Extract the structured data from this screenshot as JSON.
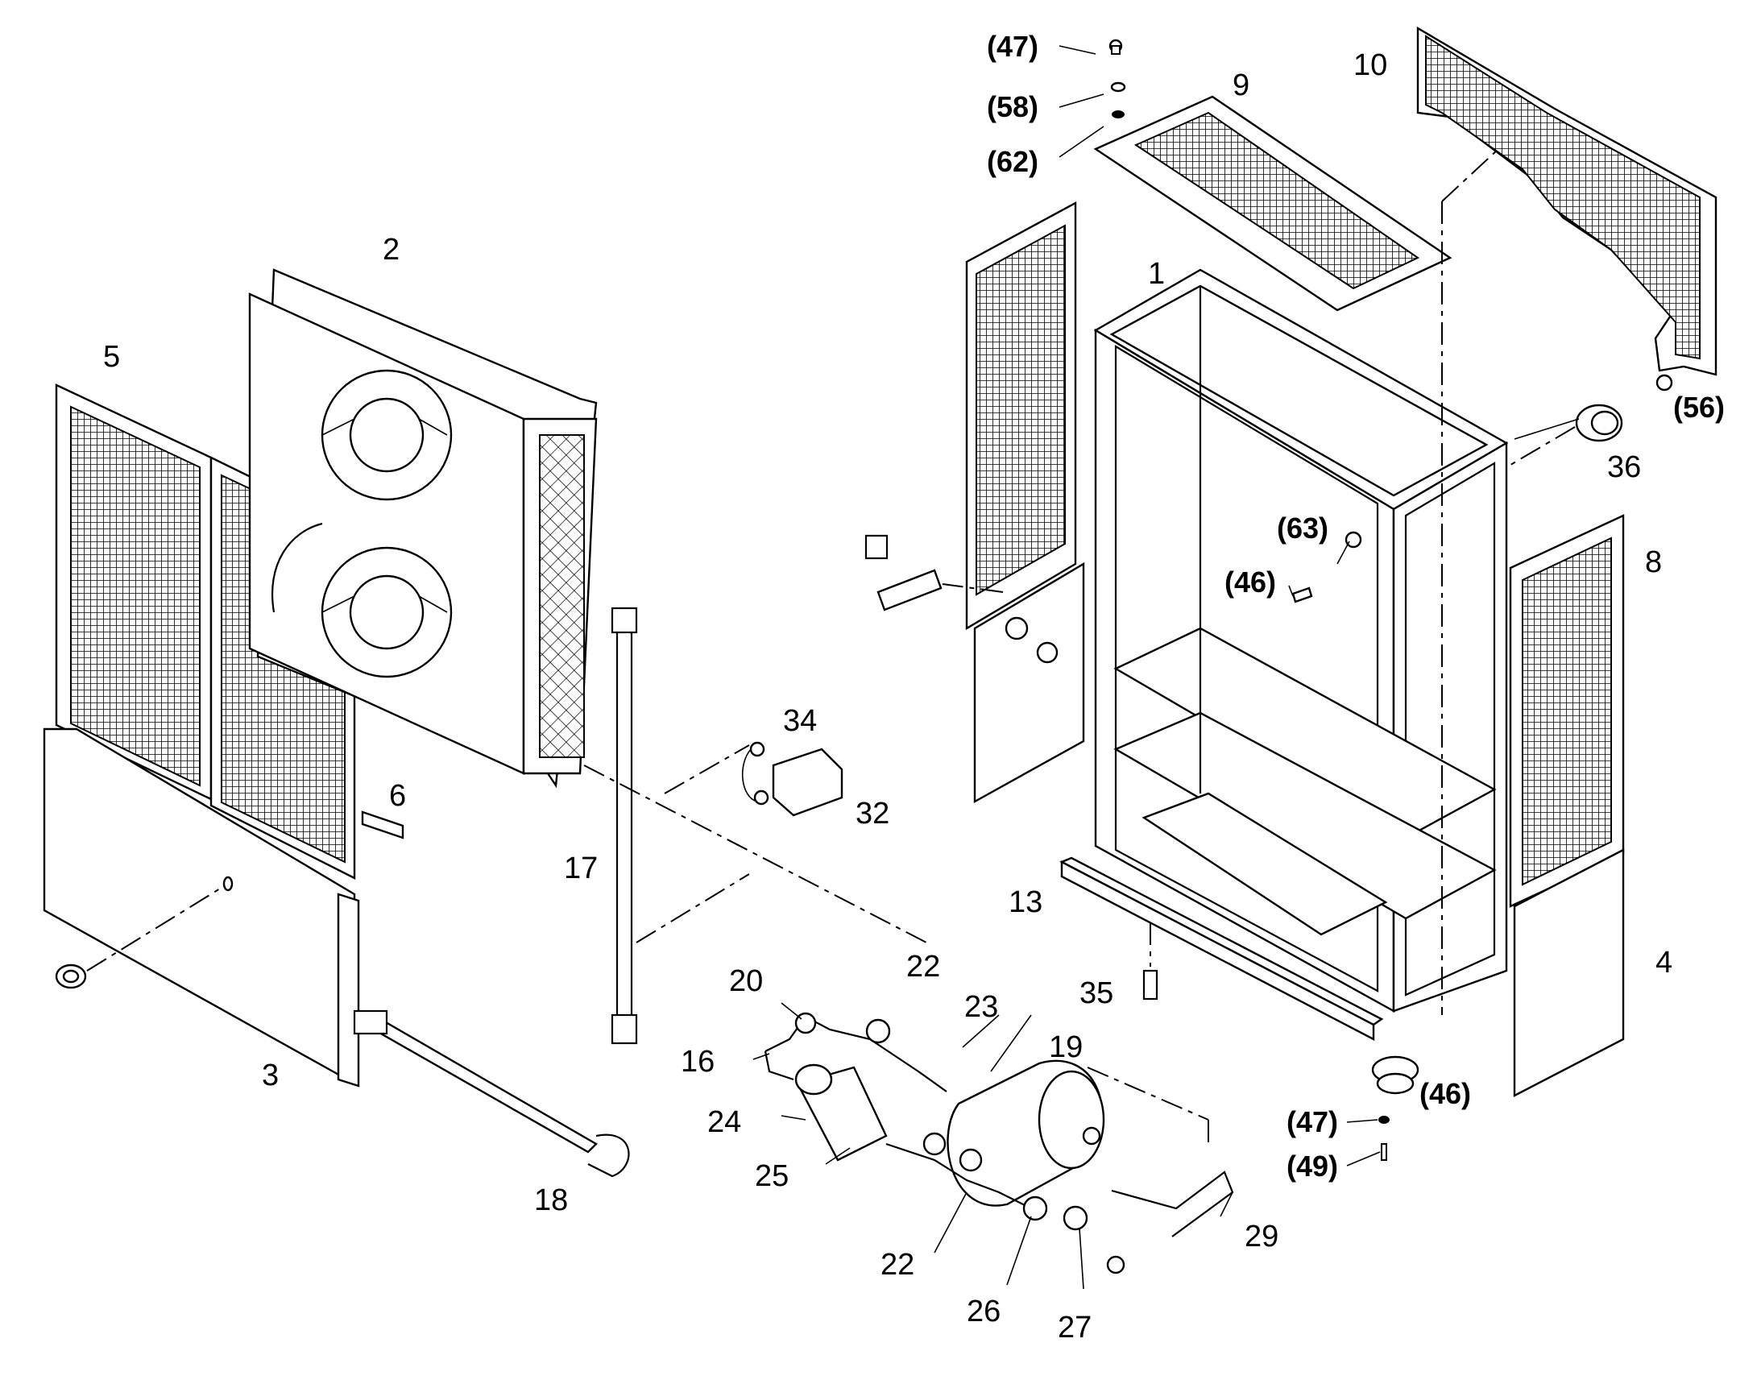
{
  "labels": {
    "l1": "1",
    "l2": "2",
    "l3": "3",
    "l4": "4",
    "l5": "5",
    "l6": "6",
    "l8": "8",
    "l9": "9",
    "l10": "10",
    "l13": "13",
    "l16": "16",
    "l17": "17",
    "l18": "18",
    "l19": "19",
    "l20": "20",
    "l22a": "22",
    "l22b": "22",
    "l23": "23",
    "l24": "24",
    "l25": "25",
    "l26": "26",
    "l27": "27",
    "l29": "29",
    "l32": "32",
    "l34": "34",
    "l35": "35",
    "l36": "36",
    "p47a": "(47)",
    "p58": "(58)",
    "p62": "(62)",
    "p56": "(56)",
    "p63": "(63)",
    "p46a": "(46)",
    "p46b": "(46)",
    "p47b": "(47)",
    "p49": "(49)"
  }
}
